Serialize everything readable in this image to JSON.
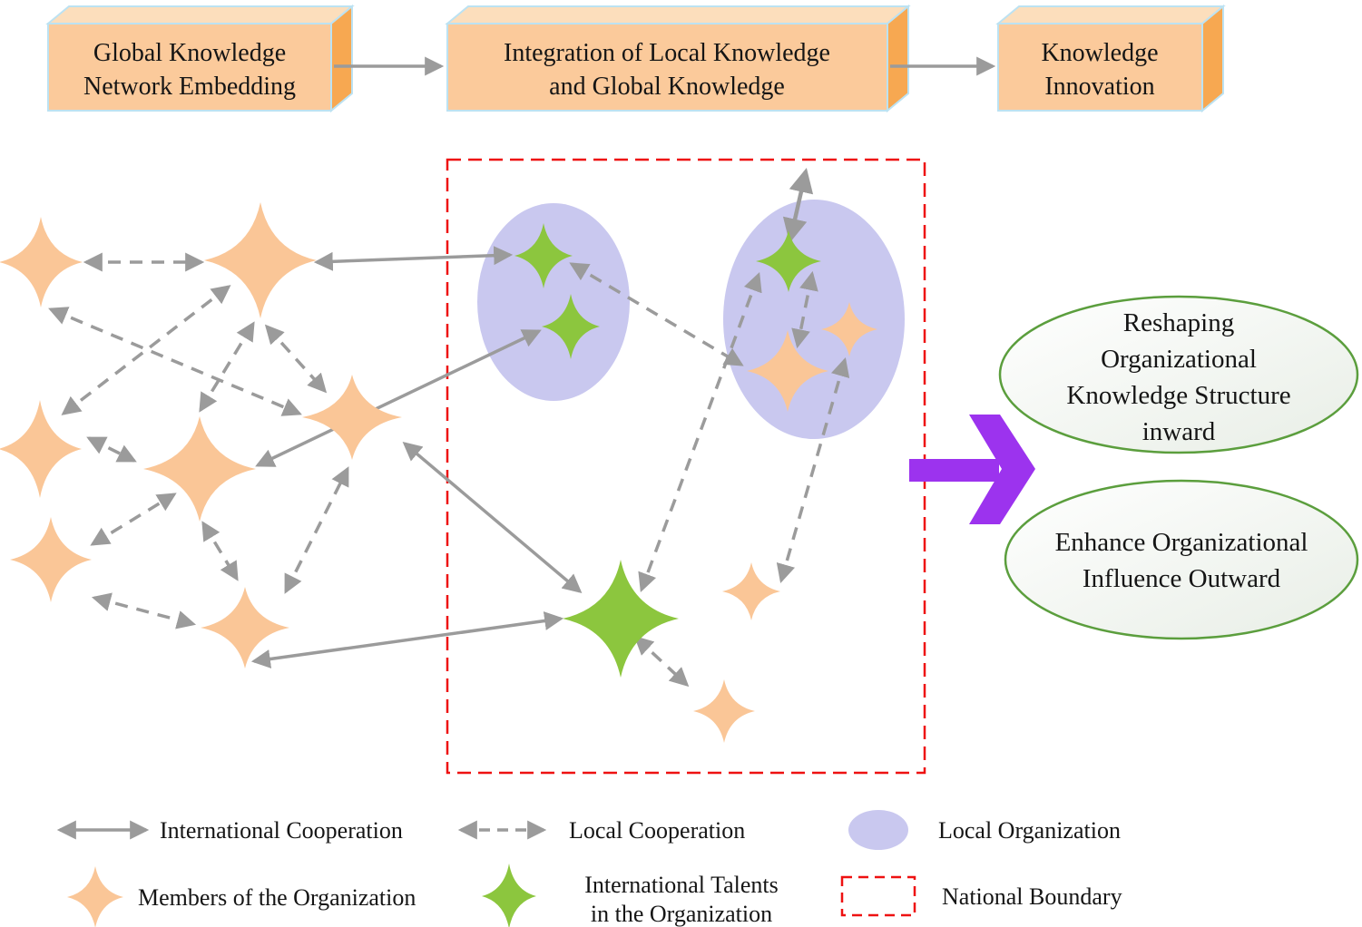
{
  "flow": {
    "boxes": [
      {
        "line1": "Global Knowledge",
        "line2": "Network Embedding"
      },
      {
        "line1": "Integration of Local Knowledge",
        "line2": "and Global Knowledge"
      },
      {
        "line1": "Knowledge",
        "line2": "Innovation"
      }
    ]
  },
  "outcomes": {
    "reshaping": {
      "line1": "Reshaping",
      "line2": "Organizational",
      "line3": "Knowledge Structure",
      "line4": "inward"
    },
    "enhance": {
      "line1": "Enhance Organizational",
      "line2": "Influence Outward"
    }
  },
  "legend": {
    "international_cooperation": "International Cooperation",
    "local_cooperation": "Local Cooperation",
    "local_organization": "Local Organization",
    "members": "Members of the Organization",
    "talents_line1": "International Talents",
    "talents_line2": "in the Organization",
    "national_boundary": "National Boundary"
  },
  "colors": {
    "member_star": "#FAC697",
    "talent_star": "#8CC63E",
    "local_organization_fill": "#C9C8EF",
    "national_boundary_red": "#EE1111",
    "cooperation_arrow_gray": "#9B9B9B",
    "transform_arrow_purple": "#9C33EE",
    "outcome_ellipse_border": "#5B9E3D",
    "process_box_front": "#FBCA9B",
    "process_box_side": "#F7A851",
    "process_box_top": "#FCDEBC",
    "process_box_border": "#BCE2F2"
  }
}
